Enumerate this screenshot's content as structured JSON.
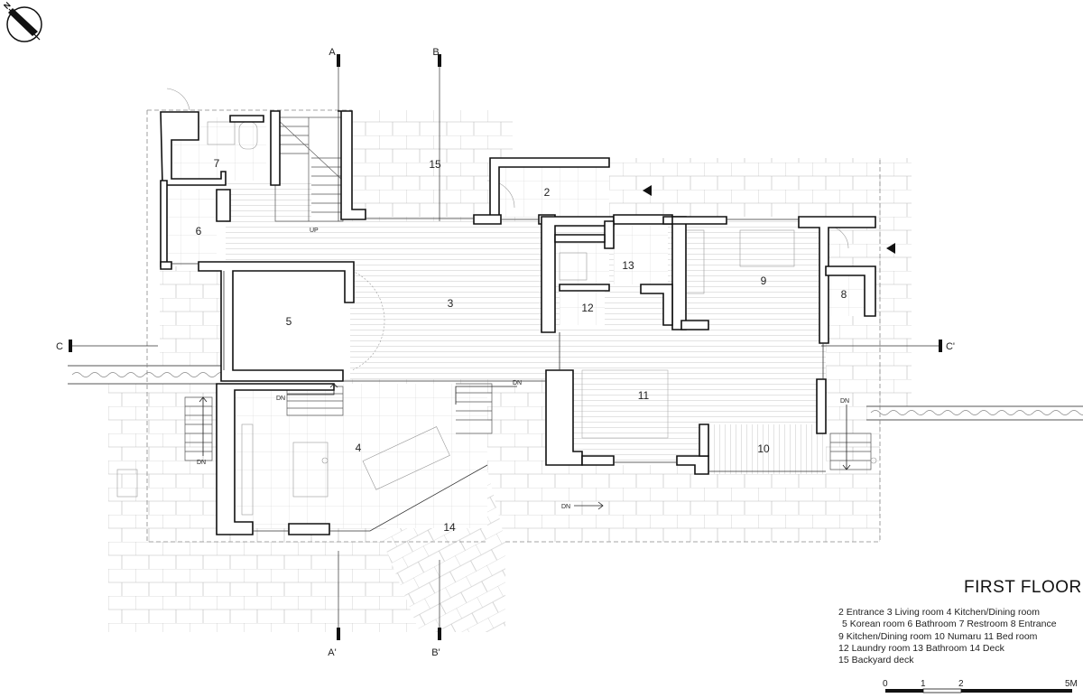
{
  "title": "FIRST FLOOR",
  "compass": {
    "north_label": "N"
  },
  "rooms": [
    {
      "id": "2",
      "label": "2"
    },
    {
      "id": "3",
      "label": "3"
    },
    {
      "id": "4",
      "label": "4"
    },
    {
      "id": "5",
      "label": "5"
    },
    {
      "id": "6",
      "label": "6"
    },
    {
      "id": "7",
      "label": "7"
    },
    {
      "id": "8",
      "label": "8"
    },
    {
      "id": "9",
      "label": "9"
    },
    {
      "id": "10",
      "label": "10"
    },
    {
      "id": "11",
      "label": "11"
    },
    {
      "id": "12",
      "label": "12"
    },
    {
      "id": "13",
      "label": "13"
    },
    {
      "id": "14",
      "label": "14"
    },
    {
      "id": "15",
      "label": "15"
    }
  ],
  "section_marks": {
    "a_top": "A",
    "b_top": "B",
    "a_bottom": "A'",
    "b_bottom": "B'",
    "c_left": "C",
    "c_right": "C'"
  },
  "annotations": {
    "up": "UP",
    "dn": "DN"
  },
  "legend": [
    "2 Entrance  3 Living room 4 Kitchen/Dining room",
    "5 Korean room 6 Bathroom 7 Restroom 8 Entrance",
    "9 Kitchen/Dining room 10 Numaru 11 Bed room",
    "12 Laundry room 13 Bathroom 14 Deck",
    "15 Backyard deck"
  ],
  "scale_bar": {
    "ticks": [
      "0",
      "1",
      "2",
      "5M"
    ]
  }
}
